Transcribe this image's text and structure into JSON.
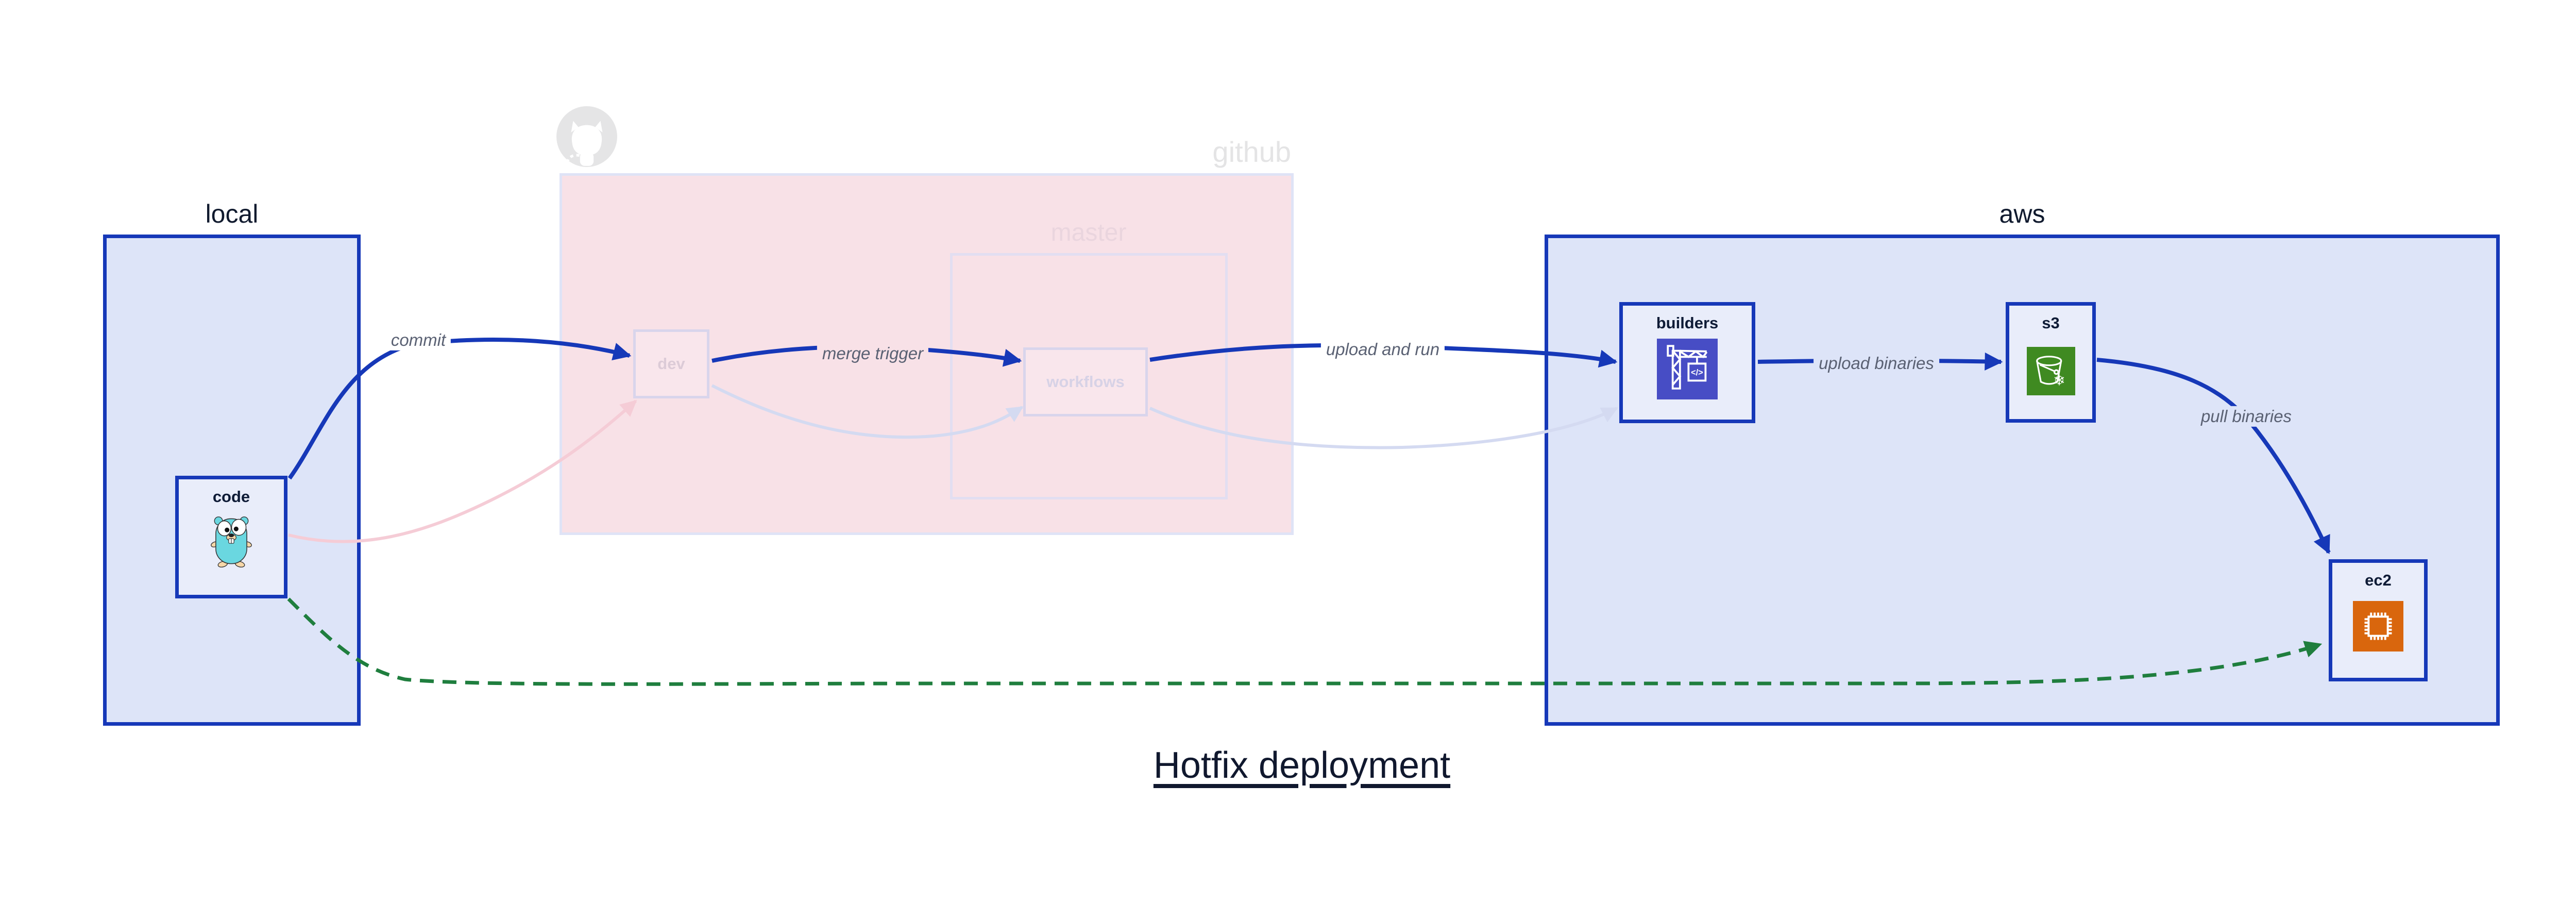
{
  "title": {
    "text": "Hotfix deployment"
  },
  "regions": {
    "local": {
      "label": "local"
    },
    "github": {
      "label": "github",
      "master": {
        "label": "master"
      }
    },
    "aws": {
      "label": "aws"
    }
  },
  "nodes": {
    "code": {
      "label": "code",
      "icon": "go-gopher-icon"
    },
    "dev": {
      "label": "dev"
    },
    "workflows": {
      "label": "workflows"
    },
    "builders": {
      "label": "builders",
      "icon": "codebuild-crane-icon"
    },
    "s3": {
      "label": "s3",
      "icon": "s3-bucket-snowflake-icon"
    },
    "ec2": {
      "label": "ec2",
      "icon": "ec2-chip-icon"
    }
  },
  "edges": [
    {
      "id": "commit",
      "from": "code",
      "to": "dev",
      "label": "commit",
      "style": "solid-blue"
    },
    {
      "id": "merge-trigger",
      "from": "dev",
      "to": "workflows",
      "label": "merge trigger",
      "style": "solid-blue"
    },
    {
      "id": "upload-and-run",
      "from": "workflows",
      "to": "builders",
      "label": "upload and run",
      "style": "solid-blue"
    },
    {
      "id": "upload-binaries",
      "from": "builders",
      "to": "s3",
      "label": "upload binaries",
      "style": "solid-blue"
    },
    {
      "id": "pull-binaries",
      "from": "s3",
      "to": "ec2",
      "label": "pull binaries",
      "style": "solid-blue"
    },
    {
      "id": "hotfix-direct-deploy",
      "from": "code",
      "to": "ec2",
      "label": "",
      "style": "dashed-green"
    },
    {
      "id": "code-dev-faded",
      "from": "code",
      "to": "dev",
      "label": "",
      "style": "faded-pink"
    },
    {
      "id": "dev-workflows-faded",
      "from": "dev",
      "to": "workflows",
      "label": "",
      "style": "faded-lavender"
    },
    {
      "id": "workflows-builders-faded",
      "from": "workflows",
      "to": "builders",
      "label": "",
      "style": "faded-lavender"
    }
  ],
  "colors": {
    "accent_blue": "#1638b8",
    "accent_green": "#1f7e3e",
    "region_fill_blue": "#dde4f8",
    "node_fill": "#e9edfa",
    "github_fill": "#f8e1e7",
    "faded_pink_edge": "#f5ccd6",
    "faded_lavender_edge": "#d4daf1",
    "edge_label_gray": "#5a6173",
    "builders_icon_bg": "#474dc5",
    "s3_icon_bg": "#3f8a21",
    "ec2_icon_bg": "#d9660d",
    "gopher_teal": "#6ad7e0",
    "octocat_gray": "#e5e5e6"
  }
}
